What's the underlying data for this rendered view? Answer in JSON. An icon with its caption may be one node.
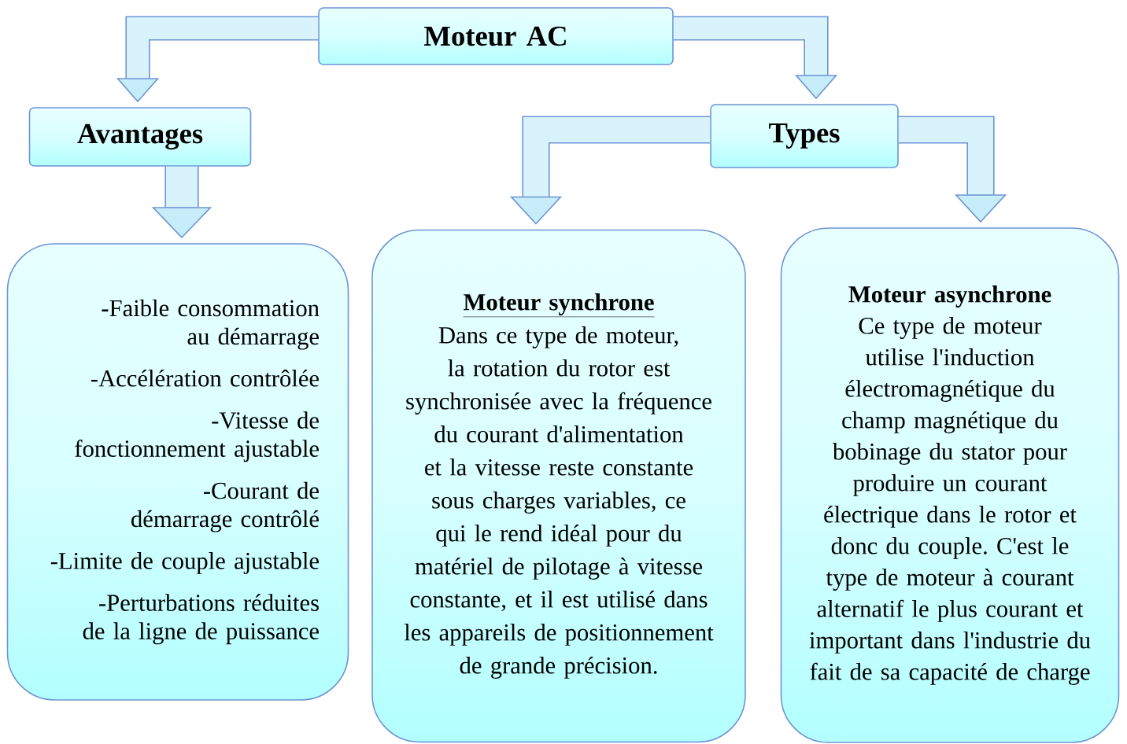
{
  "diagram": {
    "nodes": [
      {
        "text": [
          "Moteur AC"
        ]
      },
      {
        "text": [
          "Avantages"
        ]
      },
      {
        "text": [
          "Types"
        ]
      },
      {
        "text": [
          "**-**Faible consommation au démarrage",
          "-Accélération contrôlée",
          "-Vitesse de fonctionnement ajustable",
          "-Courant de démarrage contrôlé",
          "-Limite de couple ajustable",
          "-Perturbations réduites de la ligne de puissance"
        ]
      },
      {
        "text": [
          "Moteur synchrone",
          "Dans ce type de moteur, la rotation du rotor est synchronisée avec la fréquence du courant d'alimentation et la vitesse reste constante sous charges variables, ce qui le rend idéal pour du matériel de pilotage à vitesse constante, et il est utilisé dans les appareils de positionnement de grande précision."
        ]
      },
      {
        "text": [
          "Moteur asynchrone",
          "Ce type de moteur utilise l'induction électromagnétique du champ magnétique du bobinage du stator pour produire un courant électrique dans le rotor et donc du couple. C'est le type de moteur à courant alternatif le plus courant et important dans l'industrie du fait de sa capacité de charge"
        ]
      }
    ],
    "edges": [
      {
        "from": 0,
        "to": 1,
        "arrow": "to"
      },
      {
        "from": 0,
        "to": 2,
        "arrow": "to"
      },
      {
        "from": 1,
        "to": 3,
        "arrow": "to"
      },
      {
        "from": 2,
        "to": 4,
        "arrow": "to"
      },
      {
        "from": 2,
        "to": 5,
        "arrow": "to"
      }
    ]
  }
}
